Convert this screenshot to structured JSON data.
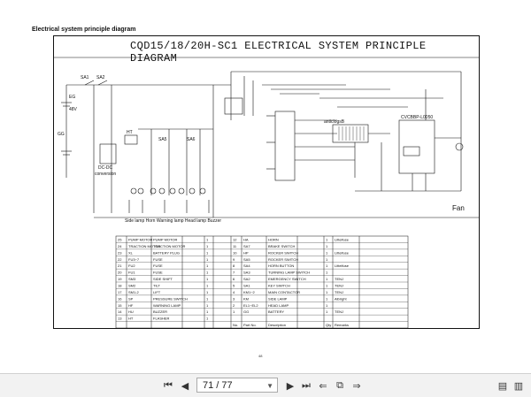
{
  "document": {
    "heading": "Electrical system principle diagram",
    "diagram_title": "CQD15/18/20H-SC1 ELECTRICAL SYSTEM PRINCIPLE DIAGRAM",
    "page_number_label": "48",
    "labels": {
      "sa1": "SA1",
      "sa2": "SA2",
      "battery_label_1": "EG",
      "battery_label_2": "48V",
      "gg": "GG",
      "dc_conv": "DC-DC",
      "conversion": "conversion",
      "ht": "HT",
      "sa5": "SA5",
      "sa6": "SA6",
      "fan": "Fan",
      "lamp_row": "Side lamp   Horn   Warning lamp   Head lamp   Buzzer",
      "controller": "anticlogsB",
      "converter": "CVCBBP-L0050"
    },
    "parts_table": {
      "left_rows": [
        {
          "no": "25",
          "code": "PUMP MOTOR",
          "name": "PUMP MOTOR",
          "qty": "1"
        },
        {
          "no": "24",
          "code": "TRACTION MOTOR",
          "name": "TRACTION MOTOR",
          "qty": "1"
        },
        {
          "no": "23",
          "code": "XL",
          "name": "BATTERY PLUG",
          "qty": "1"
        },
        {
          "no": "22",
          "code": "FU3~7",
          "name": "FUSE",
          "qty": "1"
        },
        {
          "no": "21",
          "code": "FU2",
          "name": "FUSE",
          "qty": "1"
        },
        {
          "no": "20",
          "code": "FU1",
          "name": "FUSE",
          "qty": "1"
        },
        {
          "no": "19",
          "code": "SM3",
          "name": "SIDE SHIFT",
          "qty": "1"
        },
        {
          "no": "18",
          "code": "SM2",
          "name": "TILT",
          "qty": "1"
        },
        {
          "no": "17",
          "code": "SM1-2",
          "name": "LIFT",
          "qty": "1"
        },
        {
          "no": "16",
          "code": "SP",
          "name": "PRESSURE SWITCH",
          "qty": "1"
        },
        {
          "no": "15",
          "code": "HF",
          "name": "WARNING LAMP",
          "qty": "1"
        },
        {
          "no": "14",
          "code": "HU",
          "name": "BUZZER",
          "qty": "1"
        },
        {
          "no": "13",
          "code": "HT",
          "name": "FLASHER",
          "qty": "1"
        }
      ],
      "right_rows": [
        {
          "no": "12",
          "code": "HA",
          "name": "HORN",
          "qty": "1",
          "note": "Littelfuse"
        },
        {
          "no": "11",
          "code": "SA7",
          "name": "BRAKE SWITCH",
          "qty": "1",
          "note": ""
        },
        {
          "no": "10",
          "code": "HP",
          "name": "ROCKER SWITCH",
          "qty": "1",
          "note": "Littelfuse"
        },
        {
          "no": "9",
          "code": "SA5",
          "name": "ROCKER SWITCH",
          "qty": "1",
          "note": ""
        },
        {
          "no": "8",
          "code": "SA4",
          "name": "HORN BUTTON",
          "qty": "1",
          "note": "Littelfuse"
        },
        {
          "no": "7",
          "code": "SA3",
          "name": "TURNING LAMP SWITCH",
          "qty": "1",
          "note": ""
        },
        {
          "no": "6",
          "code": "SA2",
          "name": "EMERGENCY SWITCH",
          "qty": "1",
          "note": "TENJ"
        },
        {
          "no": "5",
          "code": "SA1",
          "name": "KEY SWITCH",
          "qty": "1",
          "note": "TENJ"
        },
        {
          "no": "4",
          "code": "KM1~2",
          "name": "MAIN CONTACTOR",
          "qty": "1",
          "note": "TENJ"
        },
        {
          "no": "3",
          "code": "KM",
          "name": "SIDE LAMP",
          "qty": "1",
          "note": "Albright"
        },
        {
          "no": "2",
          "code": "EL1~EL2",
          "name": "HEAD LAMP",
          "qty": "1",
          "note": ""
        },
        {
          "no": "1",
          "code": "GG",
          "name": "BATTERY",
          "qty": "1",
          "note": "TENJ"
        }
      ],
      "footer": {
        "no": "No.",
        "code": "Part No.",
        "name": "Description",
        "qty": "Qty",
        "note": "Remarks"
      }
    }
  },
  "toolbar": {
    "page_display": "71 / 77",
    "icons": [
      "first-page-icon",
      "prev-page-icon",
      "next-page-icon",
      "last-page-icon",
      "back-icon",
      "copy-icon",
      "forward-icon",
      "single-page-view-icon",
      "two-page-view-icon"
    ]
  }
}
